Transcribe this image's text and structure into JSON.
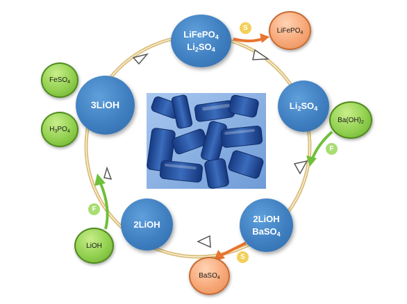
{
  "nodes": {
    "lifepo4_li2so4": {
      "line1": "LiFePO",
      "line1_sub": "4",
      "line2": "Li",
      "line2_sub": "2",
      "line2_tail": "SO",
      "line2_sub2": "4"
    },
    "li2so4": {
      "main": "Li",
      "sub": "2",
      "tail": "SO",
      "sub2": "4"
    },
    "lioh_baso4": {
      "line1": "2LiOH",
      "line2": "BaSO",
      "line2_sub": "4"
    },
    "two_lioh": {
      "label": "2LiOH"
    },
    "three_lioh": {
      "label": "3LiOH"
    }
  },
  "reagents": {
    "feso4": {
      "main": "FeSO",
      "sub": "4"
    },
    "h3po4": {
      "main": "H",
      "sub": "3",
      "tail": "PO",
      "sub2": "4"
    },
    "baoh2": {
      "main": "Ba(OH)",
      "sub": "2"
    },
    "lioh": {
      "label": "LiOH"
    }
  },
  "products": {
    "lifepo4": {
      "main": "LiFePO",
      "sub": "4"
    },
    "baso4": {
      "main": "BaSO",
      "sub": "4"
    }
  },
  "badges": {
    "s": "S",
    "f": "F"
  },
  "colors": {
    "node_blue": "#4a8bd0",
    "reagent_green": "#92d050",
    "product_orange": "#f7a878",
    "arrow_orange": "#e8742f",
    "arrow_green": "#6fbf3a",
    "ring_gold": "#d9bd7a"
  }
}
